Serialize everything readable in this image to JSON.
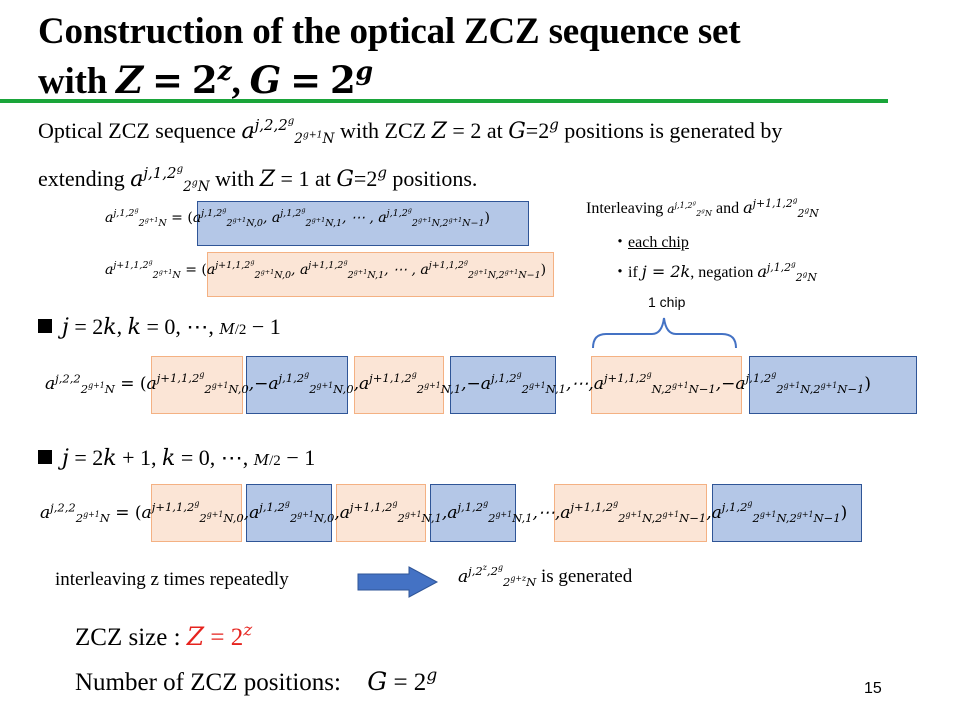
{
  "title": {
    "line1": "Construction of the optical ZCZ sequence set",
    "line2_prefix": "with ",
    "line2_math": "Z = 2^z, G = 2^g"
  },
  "intro": {
    "line1_a": "Optical ZCZ sequence",
    "line1_seq": "a^{j,2,2^g}_{2^{g+1}N}",
    "line1_b": "with ZCZ",
    "line1_z": "Z = 2",
    "line1_c": "at",
    "line1_g": "G=2^g",
    "line1_d": "positions is generated by",
    "line2_a": "extending",
    "line2_seq": "a^{j,1,2^g}_{2^gN}",
    "line2_b": "with",
    "line2_z": "Z = 1",
    "line2_c": "at",
    "line2_g": "G=2^g",
    "line2_d": "positions."
  },
  "interleave_note": {
    "line1_a": "Interleaving",
    "line1_b": "and",
    "line2": "each chip",
    "line3_a": "if",
    "line3_b": "j = 2k",
    "line3_c": ", negation"
  },
  "chip_label": "1 chip",
  "case_even": {
    "label": "j = 2k, k = 0, ⋯, M/2 − 1"
  },
  "case_odd": {
    "label": "j = 2k + 1, k = 0, ⋯, M/2 − 1"
  },
  "repeat": {
    "text": "interleaving z times repeatedly",
    "result": "is generated"
  },
  "summary": {
    "zcz_label": "ZCZ size :",
    "zcz_value": "Z = 2^z",
    "positions_label": "Number of ZCZ positions:",
    "positions_value": "G = 2^g"
  },
  "page_number": "15",
  "colors": {
    "accent_rule": "#1aa53a",
    "blue_box": "#b4c7e7",
    "peach_box": "#fbe5d6",
    "red": "#e6231e",
    "arrow": "#4472c4"
  }
}
